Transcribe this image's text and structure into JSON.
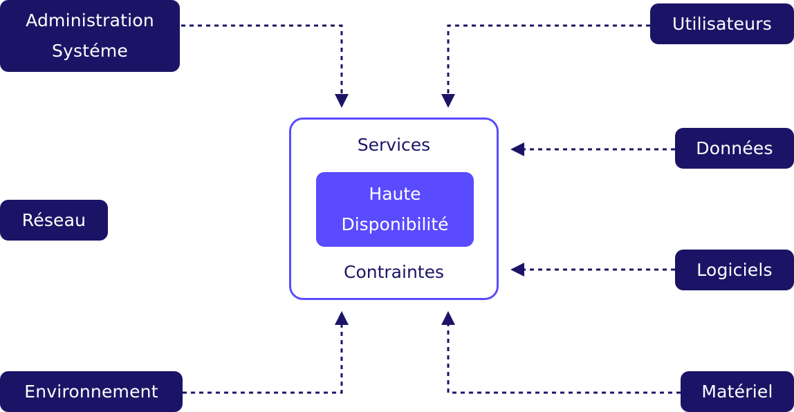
{
  "colors": {
    "node_fill": "#1b1466",
    "accent": "#5a4bff",
    "text_on_dark": "#ffffff"
  },
  "center": {
    "top_label": "Services",
    "core_label": "Haute\nDisponibilité",
    "bottom_label": "Contraintes"
  },
  "nodes": {
    "admin": "Administration\nSystéme",
    "utilisateurs": "Utilisateurs",
    "donnees": "Données",
    "reseau": "Réseau",
    "logiciels": "Logiciels",
    "environnement": "Environnement",
    "materiel": "Matériel"
  }
}
